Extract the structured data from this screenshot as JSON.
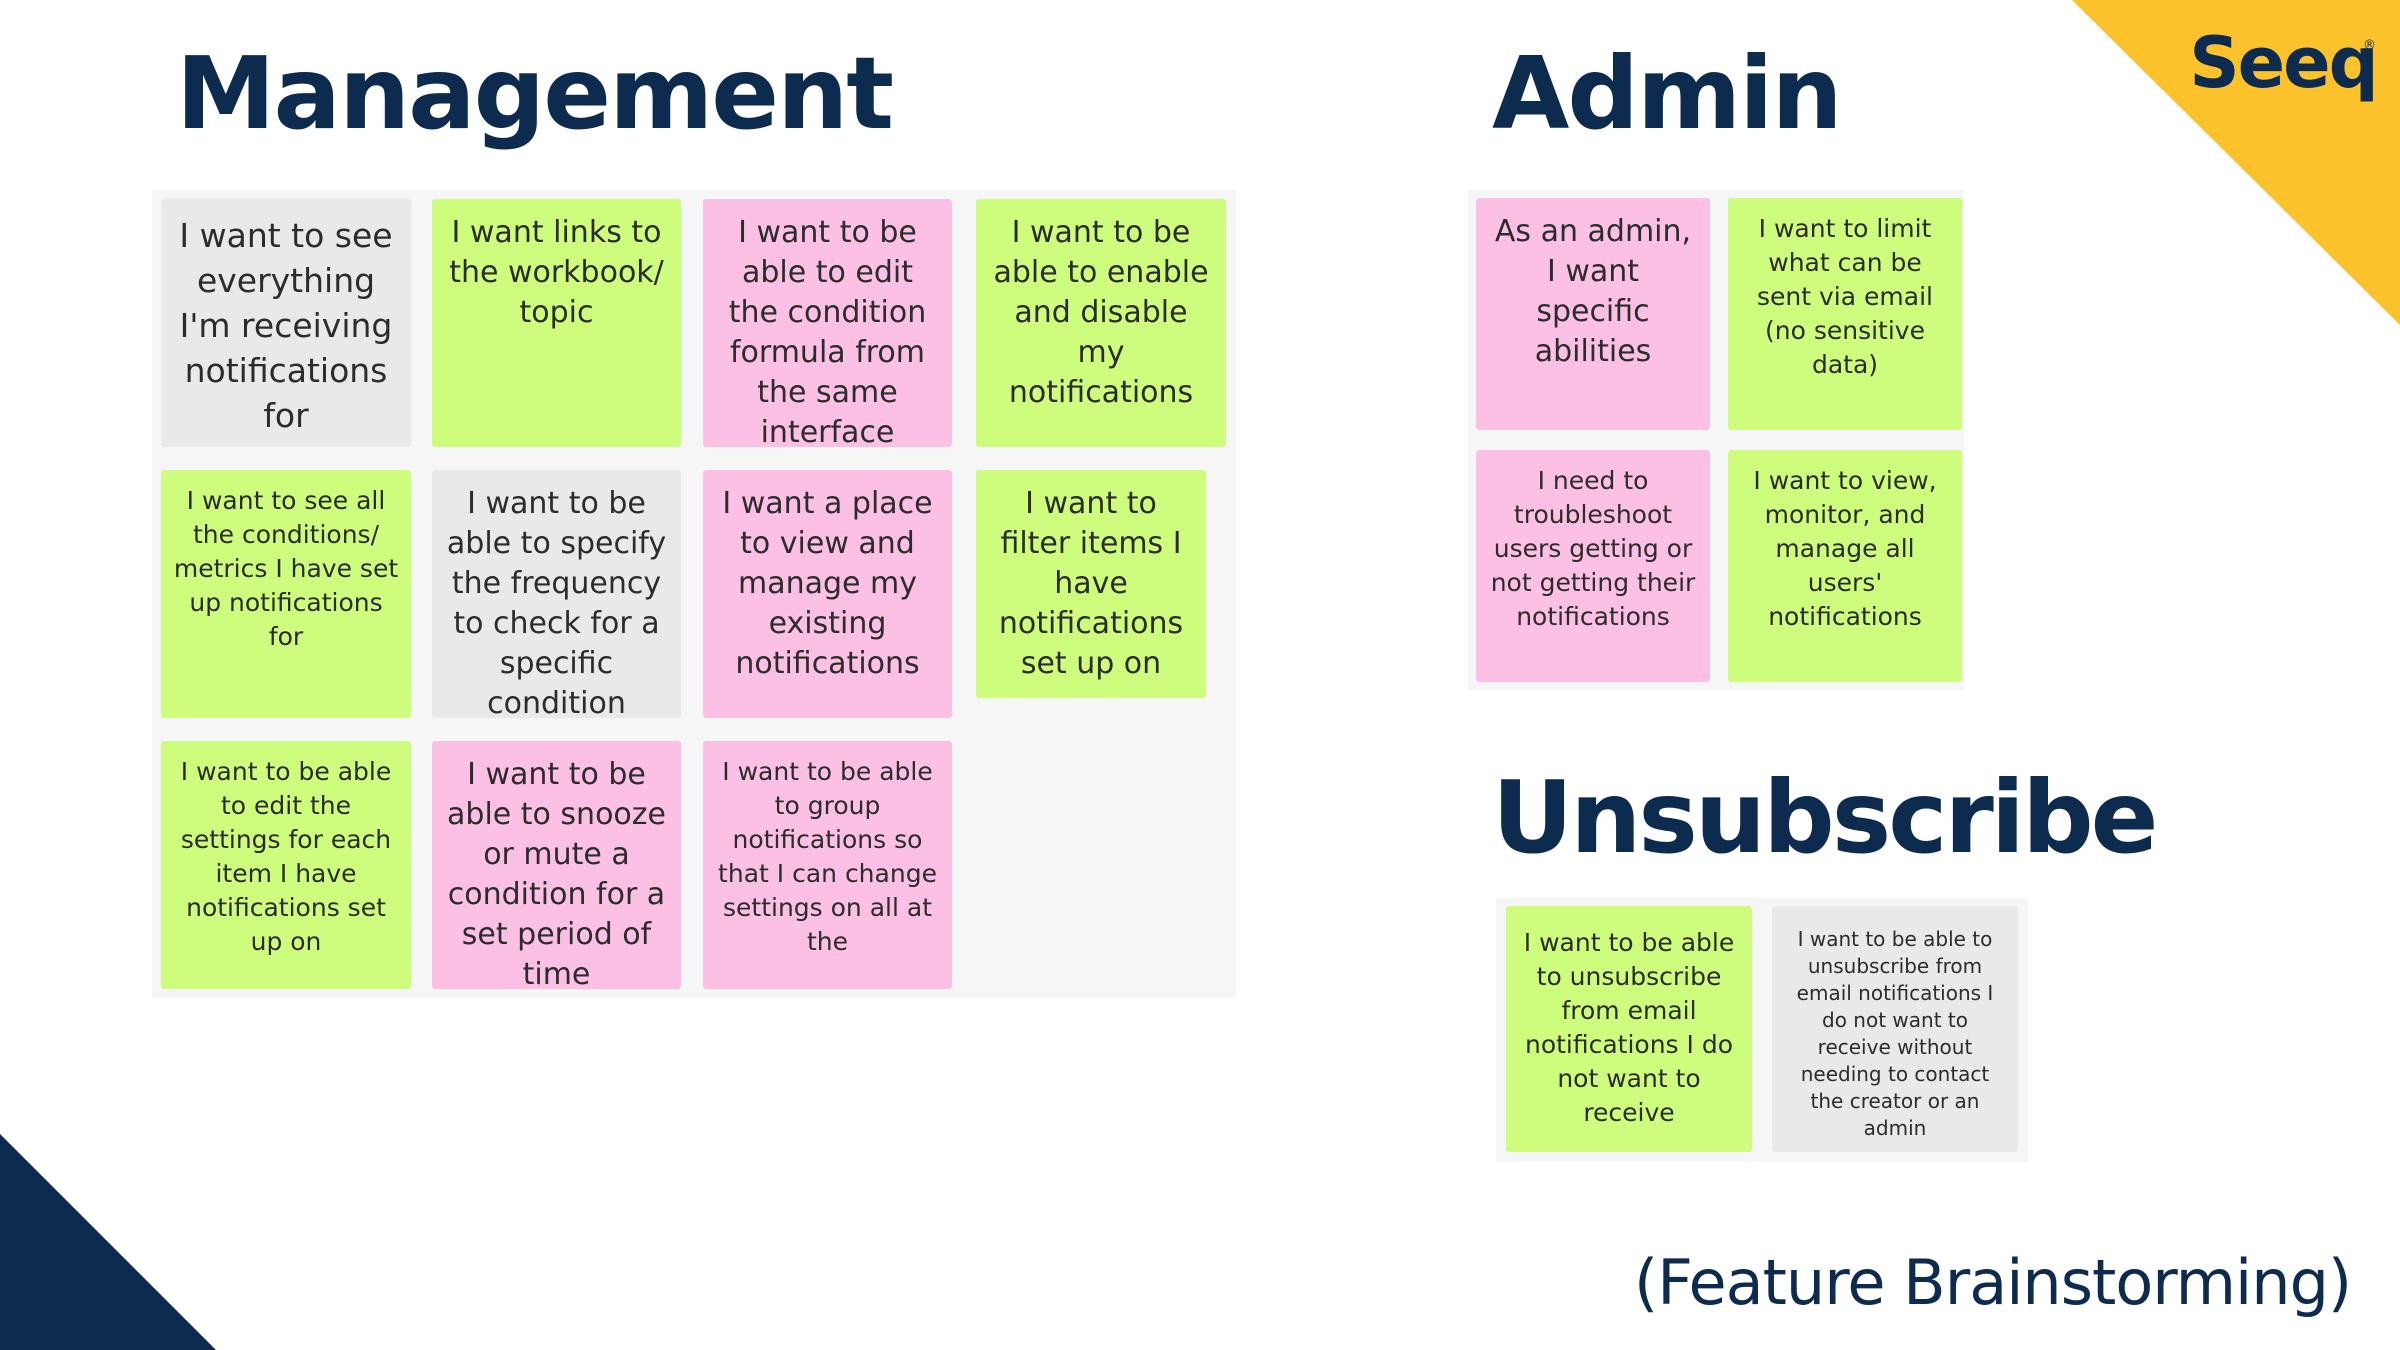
{
  "headings": {
    "management": "Management",
    "admin": "Admin",
    "unsubscribe": "Unsubscribe"
  },
  "logo": {
    "text": "Seeq",
    "mark": "®"
  },
  "caption": "(Feature Brainstorming)",
  "colors": {
    "navy": "#0d2a4f",
    "yellow": "#fcc22c",
    "note_green": "#cefc7c",
    "note_pink": "#fcc0e5",
    "note_gray": "#e9e9e9"
  },
  "management_notes": [
    "I want to see everything I'm receiving notifications for",
    "I want links to the workbook/ topic",
    "I want to be able to edit the condition formula from the same interface",
    "I want to be able to enable and disable my notifications",
    "I want to see all the conditions/ metrics I have set up notifications for",
    "I want to be able to specify the frequency to check for a specific condition",
    "I want a place to view and manage my existing notifications",
    "I want to filter items I have notifications set up on",
    "I want to be able to edit the settings for each item I have notifications set up on",
    "I want to be able to snooze or mute a condition for a set period of time",
    "I want to be able to group notifications so that I can change settings on all at the"
  ],
  "admin_notes": [
    "As an admin, I want specific abilities",
    "I want to limit what can be sent via email (no sensitive data)",
    "I need to troubleshoot users getting or not getting their notifications",
    "I want to view, monitor, and manage all users' notifications"
  ],
  "unsubscribe_notes": [
    "I want to be able to unsubscribe from email notifications I do not want to receive",
    "I want to be able to unsubscribe from email notifications I do not want to receive without needing to contact the creator or an admin"
  ]
}
